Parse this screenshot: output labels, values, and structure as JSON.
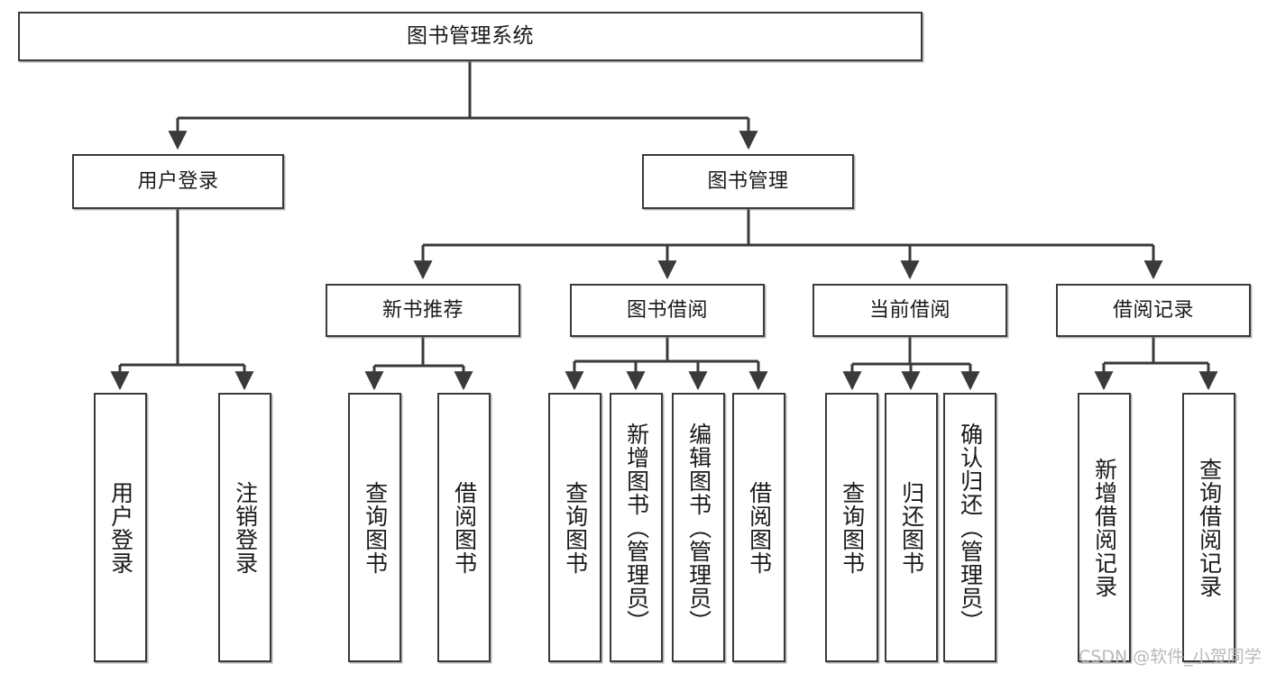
{
  "diagram": {
    "title": "图书管理系统",
    "type": "tree-hierarchy",
    "root": {
      "label": "图书管理系统"
    },
    "level2": [
      {
        "label": "用户登录"
      },
      {
        "label": "图书管理"
      }
    ],
    "level3": [
      {
        "label": "新书推荐"
      },
      {
        "label": "图书借阅"
      },
      {
        "label": "当前借阅"
      },
      {
        "label": "借阅记录"
      }
    ],
    "leaves_user_login": [
      {
        "label": "用户登录"
      },
      {
        "label": "注销登录"
      }
    ],
    "leaves_new_book": [
      {
        "label": "查询图书"
      },
      {
        "label": "借阅图书"
      }
    ],
    "leaves_borrow": [
      {
        "label": "查询图书"
      },
      {
        "label": "新增图书（管理员）"
      },
      {
        "label": "编辑图书（管理员）"
      },
      {
        "label": "借阅图书"
      }
    ],
    "leaves_current": [
      {
        "label": "查询图书"
      },
      {
        "label": "归还图书"
      },
      {
        "label": "确认归还（管理员）"
      }
    ],
    "leaves_records": [
      {
        "label": "新增借阅记录"
      },
      {
        "label": "查询借阅记录"
      }
    ]
  },
  "watermark": {
    "text": "CSDN @软件_小贺同学"
  },
  "colors": {
    "stroke": "#3a3a3a",
    "text": "#1a1a1a",
    "background": "#ffffff",
    "watermark": "#b9b9b9"
  }
}
